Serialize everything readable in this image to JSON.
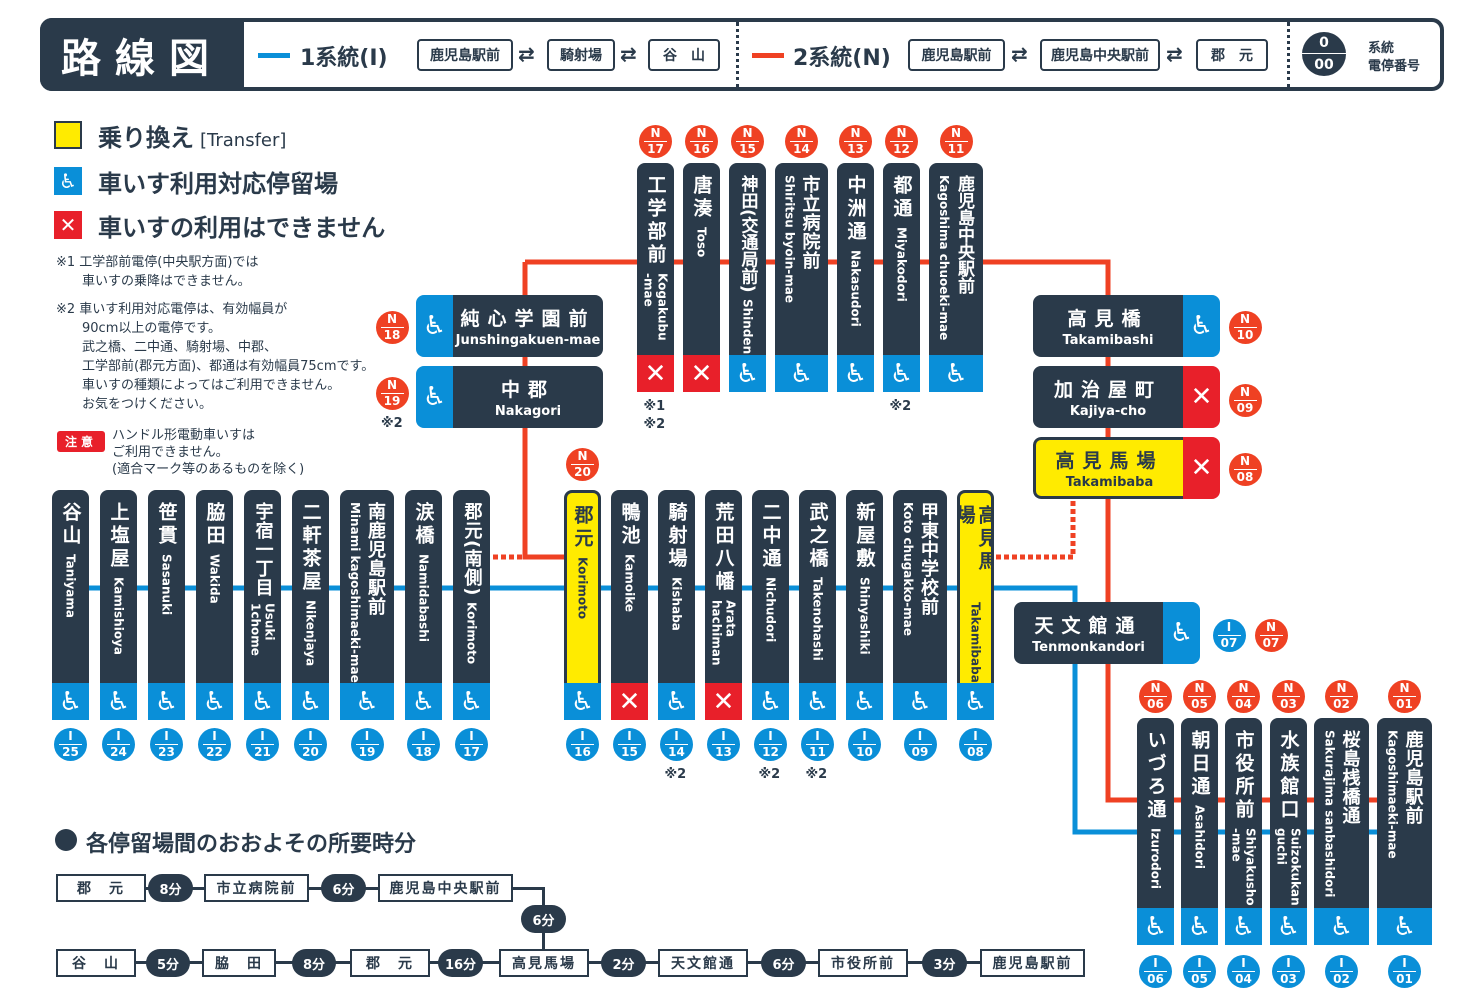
{
  "header": {
    "title": "路線図",
    "line1": {
      "label": "1系統(I)",
      "color": "#0a8fd8",
      "stops": [
        "鹿児島駅前",
        "騎射場",
        "谷　山"
      ]
    },
    "line2": {
      "label": "2系統(N)",
      "color": "#ef4123",
      "stops": [
        "鹿児島駅前",
        "鹿児島中央駅前",
        "郡　元"
      ]
    },
    "key": {
      "top": "0",
      "bottom": "00",
      "label_top": "系統",
      "label_bottom": "電停番号"
    }
  },
  "legend": {
    "transfer": {
      "jp": "乗り換え",
      "en": "[Transfer]"
    },
    "accessible": "車いす利用対応停留場",
    "not_accessible": "車いすの利用はできません"
  },
  "notes": {
    "note1": [
      "※1 工学部前電停(中央駅方面)では",
      "　　車いすの乗降はできません。"
    ],
    "note2": [
      "※2 車いす利用対応電停は、有効幅員が",
      "　　90cm以上の電停です。",
      "　　武之橋、二中通、騎射場、中郡、",
      "　　工学部前(郡元方面)、都通は有効幅員75cmです。",
      "　　車いすの種類によってはご利用できません。",
      "　　お気をつけください。"
    ],
    "caution": {
      "badge": "注意",
      "lines": [
        "ハンドル形電動車いすは",
        "ご利用できません。",
        "(適合マーク等のあるものを除く)"
      ]
    }
  },
  "icons": {
    "accessible": "♿",
    "not_accessible": "✕",
    "arrows": "⇄"
  },
  "stops": {
    "top": [
      {
        "jp": "工学部前",
        "en": "Kogakubu\n-mae",
        "line": "N",
        "num": "17",
        "access": "ng",
        "notes": [
          "※1",
          "※2"
        ]
      },
      {
        "jp": "唐湊",
        "en": "Toso",
        "line": "N",
        "num": "16",
        "access": "ng"
      },
      {
        "jp": "神田(交通局前)",
        "en": "Shinden",
        "line": "N",
        "num": "15",
        "access": "ok"
      },
      {
        "jp": "市立病院前",
        "en": "Shiritsu byoin-mae",
        "line": "N",
        "num": "14",
        "access": "ok"
      },
      {
        "jp": "中洲通",
        "en": "Nakasudori",
        "line": "N",
        "num": "13",
        "access": "ok"
      },
      {
        "jp": "都通",
        "en": "Miyakodori",
        "line": "N",
        "num": "12",
        "access": "ok",
        "notes": [
          "※2"
        ]
      },
      {
        "jp": "鹿児島中央駅前",
        "en": "Kagoshima chuoeki-mae",
        "line": "N",
        "num": "11",
        "access": "ok"
      }
    ],
    "left": [
      {
        "jp": "谷山",
        "en": "Taniyama",
        "line": "I",
        "num": "25",
        "access": "ok"
      },
      {
        "jp": "上塩屋",
        "en": "Kamishioya",
        "line": "I",
        "num": "24",
        "access": "ok"
      },
      {
        "jp": "笹貫",
        "en": "Sasanuki",
        "line": "I",
        "num": "23",
        "access": "ok"
      },
      {
        "jp": "脇田",
        "en": "Wakida",
        "line": "I",
        "num": "22",
        "access": "ok"
      },
      {
        "jp": "宇宿一丁目",
        "en": "Usuki\n1chome",
        "line": "I",
        "num": "21",
        "access": "ok"
      },
      {
        "jp": "二軒茶屋",
        "en": "Nikenjaya",
        "line": "I",
        "num": "20",
        "access": "ok"
      },
      {
        "jp": "南鹿児島駅前",
        "en": "Minami kagoshimaeki-mae",
        "line": "I",
        "num": "19",
        "access": "ok"
      },
      {
        "jp": "涙橋",
        "en": "Namidabashi",
        "line": "I",
        "num": "18",
        "access": "ok"
      },
      {
        "jp": "郡元(南側)",
        "en": "Korimoto",
        "line": "I",
        "num": "17",
        "access": "ok"
      }
    ],
    "middle": [
      {
        "jp": "郡元",
        "en": "Korimoto",
        "line": "I",
        "num": "16",
        "access": "ok",
        "transfer": true,
        "extra_line": "N",
        "extra_num": "20"
      },
      {
        "jp": "鴨池",
        "en": "Kamoike",
        "line": "I",
        "num": "15",
        "access": "ng"
      },
      {
        "jp": "騎射場",
        "en": "Kishaba",
        "line": "I",
        "num": "14",
        "access": "ok",
        "notes": [
          "※2"
        ]
      },
      {
        "jp": "荒田八幡",
        "en": "Arata\nhachiman",
        "line": "I",
        "num": "13",
        "access": "ng"
      },
      {
        "jp": "二中通",
        "en": "Nichudori",
        "line": "I",
        "num": "12",
        "access": "ok",
        "notes": [
          "※2"
        ]
      },
      {
        "jp": "武之橋",
        "en": "Takenohashi",
        "line": "I",
        "num": "11",
        "access": "ok",
        "notes": [
          "※2"
        ]
      },
      {
        "jp": "新屋敷",
        "en": "Shinyashiki",
        "line": "I",
        "num": "10",
        "access": "ok"
      },
      {
        "jp": "甲東中学校前",
        "en": "Koto chugakko-mae",
        "line": "I",
        "num": "09",
        "access": "ok"
      },
      {
        "jp": "高見馬場",
        "en": "Takamibaba",
        "line": "I",
        "num": "08",
        "access": "ok",
        "transfer": true
      }
    ],
    "right": [
      {
        "jp": "いづろ通",
        "en": "Izurodori",
        "num": "06",
        "access": "ok"
      },
      {
        "jp": "朝日通",
        "en": "Asahidori",
        "num": "05",
        "access": "ok"
      },
      {
        "jp": "市役所前",
        "en": "Shiyakusho\n-mae",
        "num": "04",
        "access": "ok"
      },
      {
        "jp": "水族館口",
        "en": "Suizokukan\nguchi",
        "num": "03",
        "access": "ok"
      },
      {
        "jp": "桜島桟橋通",
        "en": "Sakurajima sanbashidori",
        "num": "02",
        "access": "ok"
      },
      {
        "jp": "鹿児島駅前",
        "en": "Kagoshimaeki-mae",
        "num": "01",
        "access": "ok"
      }
    ],
    "horizontal": [
      {
        "jp": "純心学園前",
        "en": "Junshingakuen-mae",
        "line": "N",
        "num": "18",
        "access": "ok"
      },
      {
        "jp": "中郡",
        "en": "Nakagori",
        "line": "N",
        "num": "19",
        "access": "ok",
        "notes": [
          "※2"
        ]
      },
      {
        "jp": "高見橋",
        "en": "Takamibashi",
        "line": "N",
        "num": "10",
        "access": "ok"
      },
      {
        "jp": "加治屋町",
        "en": "Kajiya-cho",
        "line": "N",
        "num": "09",
        "access": "ng"
      },
      {
        "jp": "高見馬場",
        "en": "Takamibaba",
        "line": "N",
        "num": "08",
        "access": "ng",
        "transfer": true
      },
      {
        "jp": "天文館通",
        "en": "Tenmonkandori",
        "line": "I",
        "num": "07",
        "access": "ok",
        "extra_line": "N",
        "extra_num": "07"
      }
    ]
  },
  "travel_times": {
    "title": "各停留場間のおおよその所要時分",
    "row1": [
      "郡　元",
      "8分",
      "市立病院前",
      "6分",
      "鹿児島中央駅前"
    ],
    "connector": "6分",
    "row2": [
      "谷　山",
      "5分",
      "脇　田",
      "8分",
      "郡　元",
      "16分",
      "高見馬場",
      "2分",
      "天文館通",
      "6分",
      "市役所前",
      "3分",
      "鹿児島駅前"
    ]
  },
  "colors": {
    "navy": "#2a3a4a",
    "line1": "#0a8fd8",
    "line2": "#ef4123",
    "transfer": "#ffeb00",
    "ng": "#e8202a"
  }
}
